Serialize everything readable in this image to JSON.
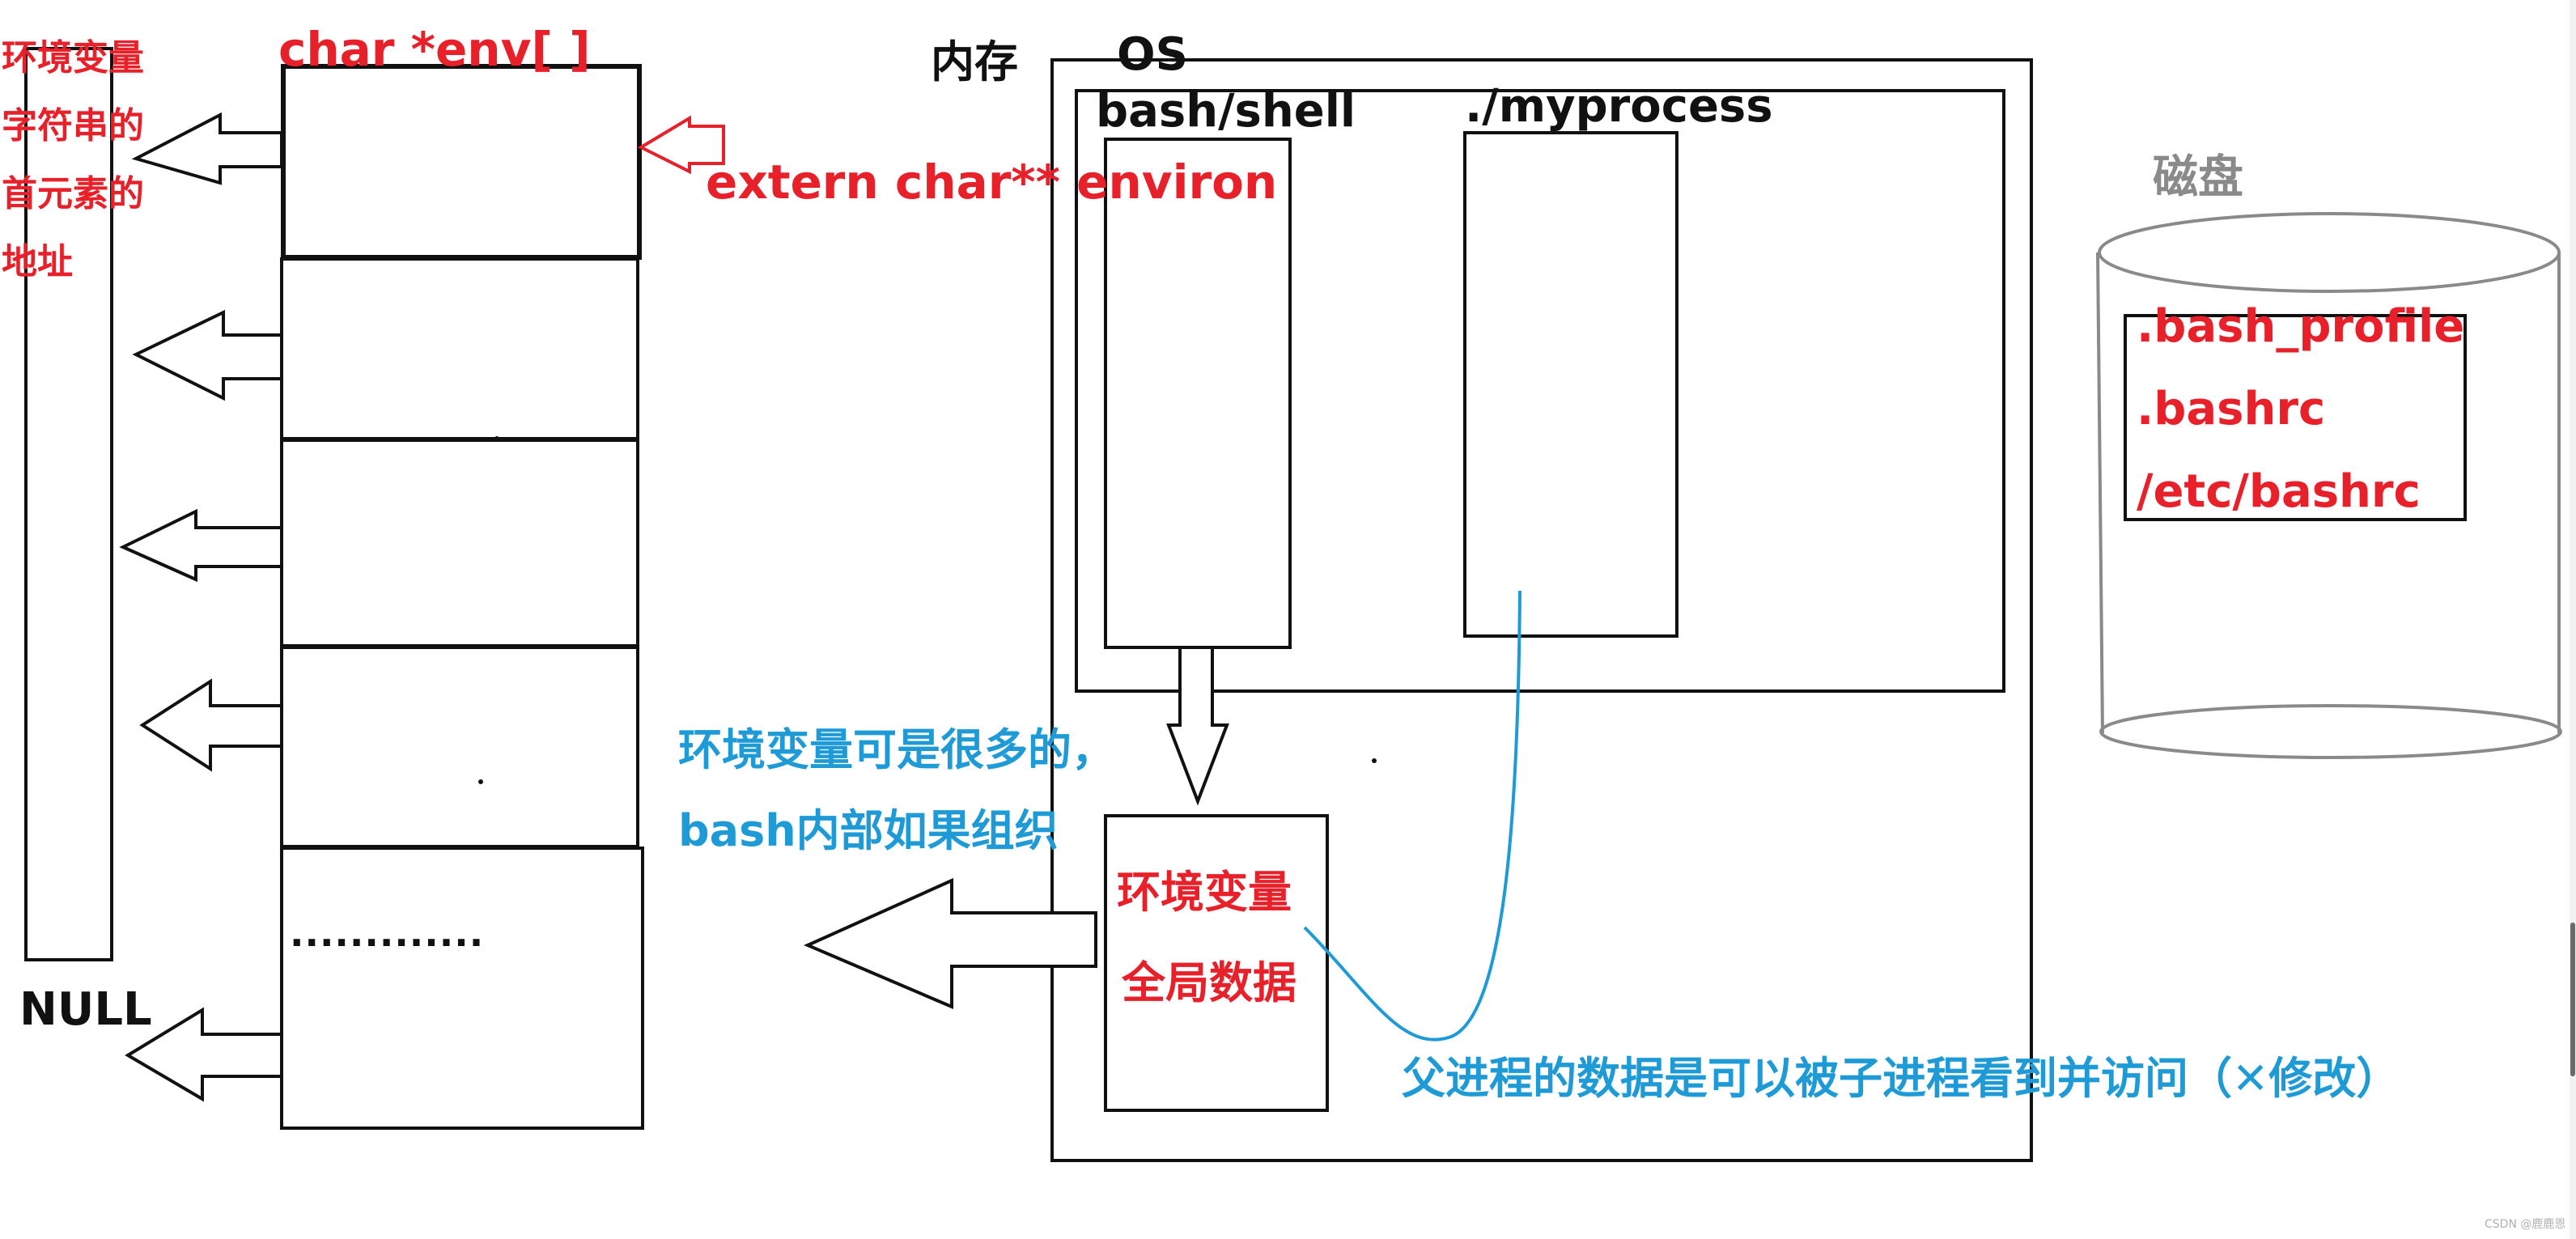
{
  "env_array": {
    "title": "char *env[ ]",
    "side_note_lines": [
      "环境变量",
      "字符串的",
      "首元素的",
      "地址"
    ],
    "ellipsis": ".............",
    "null_label": "NULL",
    "environ_label": "extern char** environ"
  },
  "memory": {
    "label": "内存",
    "os_label": "OS",
    "bash_label": "bash/shell",
    "process_label": "./myprocess",
    "env_box_lines": [
      "环境变量",
      "全局数据"
    ]
  },
  "notes": {
    "organize_lines": [
      "环境变量可是很多的，",
      "bash内部如果组织"
    ],
    "inherit": "父进程的数据是可以被子进程看到并访问（✕修改）"
  },
  "disk": {
    "label": "磁盘",
    "files": [
      ".bash_profile",
      ".bashrc",
      "/etc/bashrc"
    ]
  },
  "watermark": "CSDN @鹿鹿恩",
  "colors": {
    "red": "#e8202a",
    "blue": "#1e9bd7",
    "black": "#111111",
    "gray": "#8a8a8a"
  }
}
